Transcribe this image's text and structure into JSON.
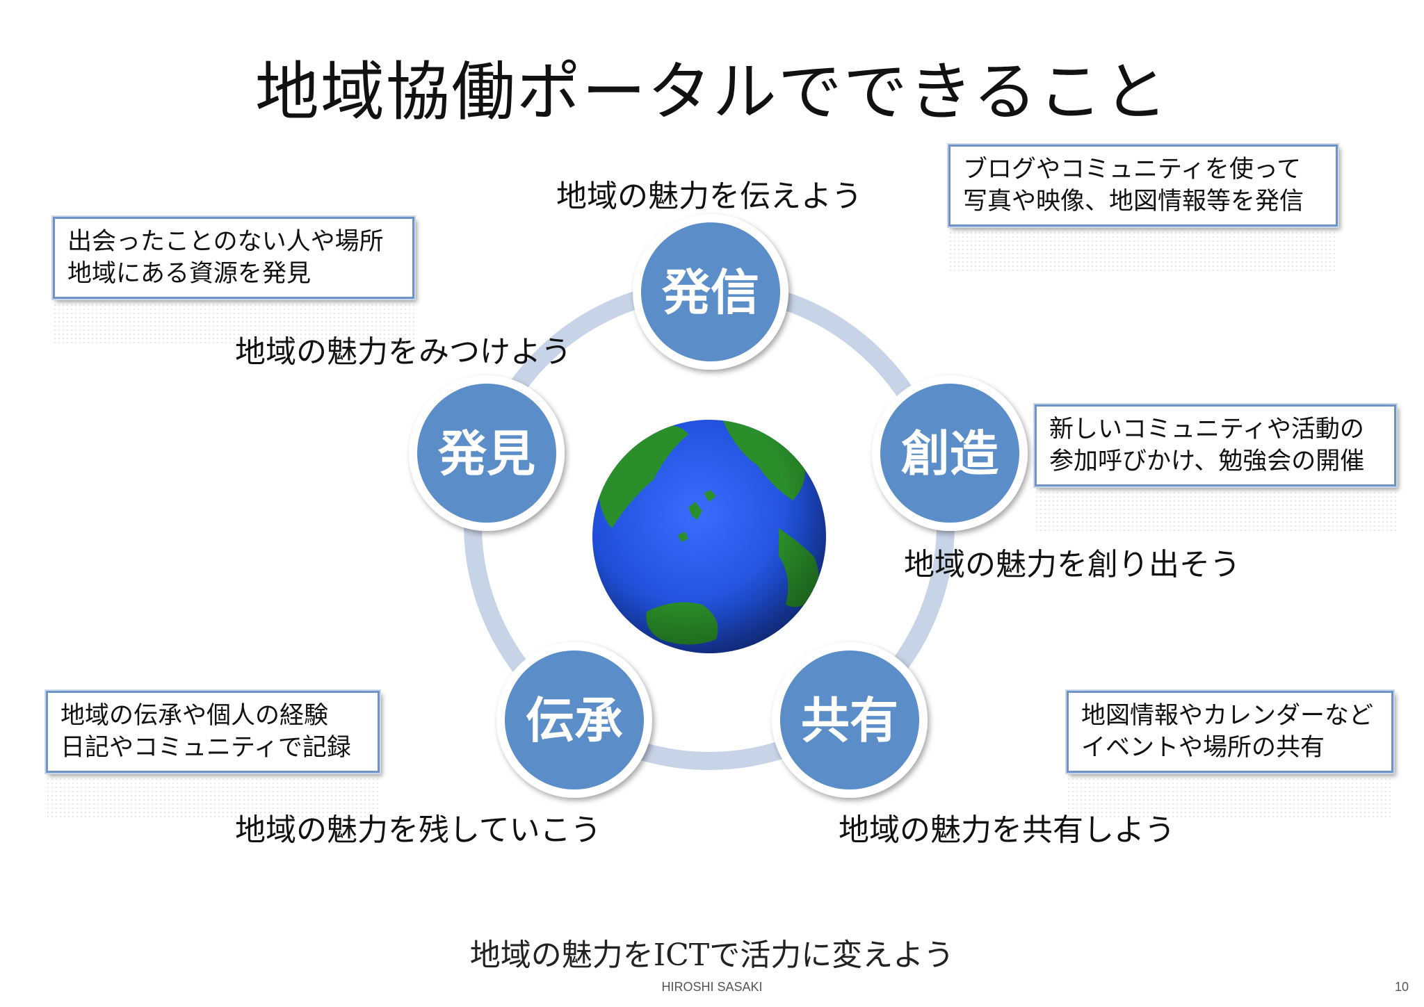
{
  "title": "地域協働ポータルでできること",
  "nodes": [
    {
      "label": "発信",
      "phrase": "地域の魅力を伝えよう"
    },
    {
      "label": "創造",
      "phrase": "地域の魅力を創り出そう"
    },
    {
      "label": "共有",
      "phrase": "地域の魅力を共有しよう"
    },
    {
      "label": "伝承",
      "phrase": "地域の魅力を残していこう"
    },
    {
      "label": "発見",
      "phrase": "地域の魅力をみつけよう"
    }
  ],
  "boxes": {
    "hasshin": [
      "ブログやコミュニティを使って",
      "写真や映像、地図情報等を発信"
    ],
    "souzou": [
      "新しいコミュニティや活動の",
      "参加呼びかけ、勉強会の開催"
    ],
    "kyouyuu": [
      "地図情報やカレンダーなど",
      "イベントや場所の共有"
    ],
    "denshou": [
      "地域の伝承や個人の経験",
      "日記やコミュニティで記録"
    ],
    "hakken": [
      "出会ったことのない人や場所",
      "地域にある資源を発見"
    ]
  },
  "slogan": "地域の魅力をICTで活力に変えよう",
  "footer": {
    "author": "HIROSHI SASAKI",
    "page": "10"
  },
  "colors": {
    "node": "#5b8ec8",
    "ring": "#c7d3e6",
    "box_border": "#6f93c4",
    "ocean": "#1f4fd8",
    "land": "#2a8f2a"
  },
  "icons": {
    "center": "globe-icon"
  }
}
